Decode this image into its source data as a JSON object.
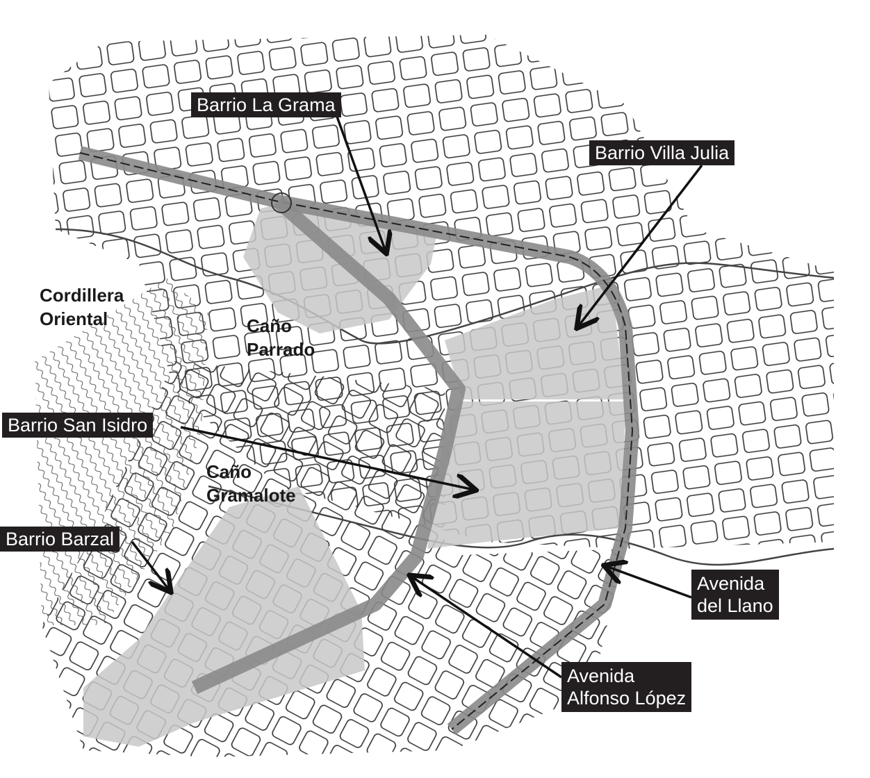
{
  "map": {
    "callouts": {
      "la_grama": "Barrio La Grama",
      "villa_julia": "Barrio Villa Julia",
      "san_isidro": "Barrio San Isidro",
      "barzal": "Barrio Barzal",
      "avenida_del_llano_1": "Avenida",
      "avenida_del_llano_2": "del Llano",
      "alfonso_lopez_1": "Avenida",
      "alfonso_lopez_2": "Alfonso López"
    },
    "places": {
      "cordillera_1": "Cordillera",
      "cordillera_2": "Oriental",
      "parrado_1": "Caño",
      "parrado_2": "Parrado",
      "gramalote_1": "Caño",
      "gramalote_2": "Gramalote"
    },
    "colors": {
      "highlight": "#c8c8c8",
      "road": "#8a8a8a",
      "label_bg": "#231f20",
      "ink": "#333333"
    }
  }
}
